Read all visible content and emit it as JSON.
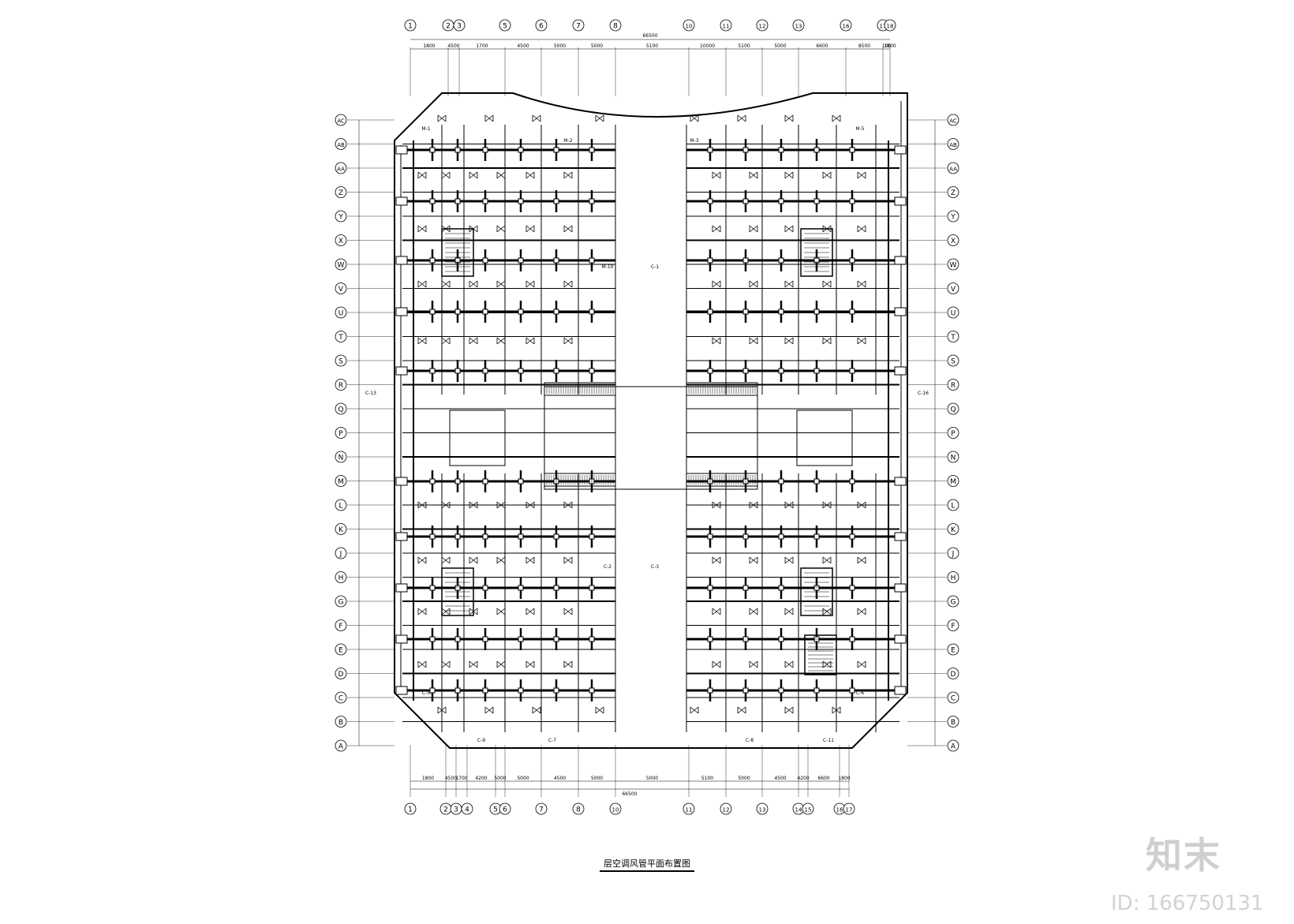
{
  "drawing": {
    "title": "层空调风管平面布置图",
    "top_grid_numbers": [
      "1",
      "2",
      "3",
      "5",
      "6",
      "7",
      "8",
      "10",
      "11",
      "12",
      "13",
      "16",
      "17",
      "18"
    ],
    "bottom_grid_numbers": [
      "1",
      "2",
      "3",
      "4",
      "5",
      "6",
      "7",
      "8",
      "10",
      "11",
      "12",
      "13",
      "14",
      "15",
      "16",
      "17"
    ],
    "left_grid_letters": [
      "A",
      "B",
      "C",
      "D",
      "E",
      "F",
      "G",
      "H",
      "J",
      "K",
      "L",
      "M",
      "N",
      "P",
      "Q",
      "R",
      "S",
      "T",
      "U",
      "V",
      "W",
      "X",
      "Y",
      "Z",
      "AA",
      "AB",
      "AC"
    ],
    "top_overall_dim": "66500",
    "bottom_overall_dim": "66500",
    "top_dims": [
      "1800",
      "4500",
      "1700",
      "4500",
      "5000",
      "5000",
      "5100",
      "10000",
      "5100",
      "5000",
      "6600",
      "8500",
      "100",
      "1800"
    ],
    "bottom_dims": [
      "1800",
      "4500",
      "1700",
      "4200",
      "5000",
      "5000",
      "4500",
      "5000",
      "5000",
      "5100",
      "5000",
      "4500",
      "4200",
      "6600",
      "1800"
    ],
    "room_labels": [
      "M-1",
      "M-2",
      "M-3",
      "M-5",
      "M-10",
      "C-1",
      "C-2",
      "C-3",
      "C-5",
      "C-6",
      "C-7",
      "C-8",
      "C-9",
      "C-11",
      "C-13",
      "C-16"
    ]
  },
  "watermark": {
    "logo": "知末",
    "id": "ID: 166750131"
  },
  "colors": {
    "line": "#000000",
    "background": "#ffffff",
    "watermark": "#cfcfcf"
  }
}
